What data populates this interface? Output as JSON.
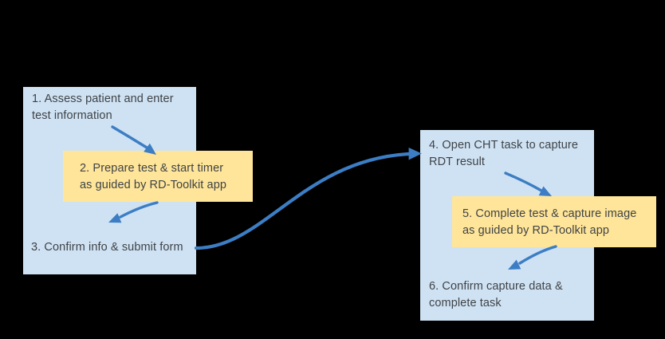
{
  "diagram": {
    "type": "workflow-flowchart",
    "background_color": "#000000",
    "panel_color": "#cfe2f3",
    "note_color": "#ffe599",
    "arrow_color": "#3c7dc3",
    "text_color": "#3f4347"
  },
  "steps": {
    "s1": {
      "line1": "1. Assess patient and enter",
      "line2": "test information"
    },
    "s2": {
      "line1": "2. Prepare test & start timer",
      "line2": "as guided by RD-Toolkit app"
    },
    "s3": {
      "line1": "3. Confirm info & submit form"
    },
    "s4": {
      "line1": "4. Open CHT task to capture",
      "line2": "RDT result"
    },
    "s5": {
      "line1": "5. Complete test & capture image",
      "line2": "as guided by RD-Toolkit app"
    },
    "s6": {
      "line1": "6. Confirm capture data &",
      "line2": "complete task"
    }
  },
  "arrows": [
    {
      "name": "arrow-step1-to-step2",
      "from": "step1",
      "to": "step2",
      "style": "curved-swoosh"
    },
    {
      "name": "arrow-step2-to-step3",
      "from": "step2",
      "to": "step3",
      "style": "curved-swoosh"
    },
    {
      "name": "arrow-step3-to-step4",
      "from": "step3",
      "to": "step4",
      "style": "long-s-curve"
    },
    {
      "name": "arrow-step4-to-step5",
      "from": "step4",
      "to": "step5",
      "style": "curved-swoosh"
    },
    {
      "name": "arrow-step5-to-step6",
      "from": "step5",
      "to": "step6",
      "style": "curved-swoosh"
    }
  ]
}
